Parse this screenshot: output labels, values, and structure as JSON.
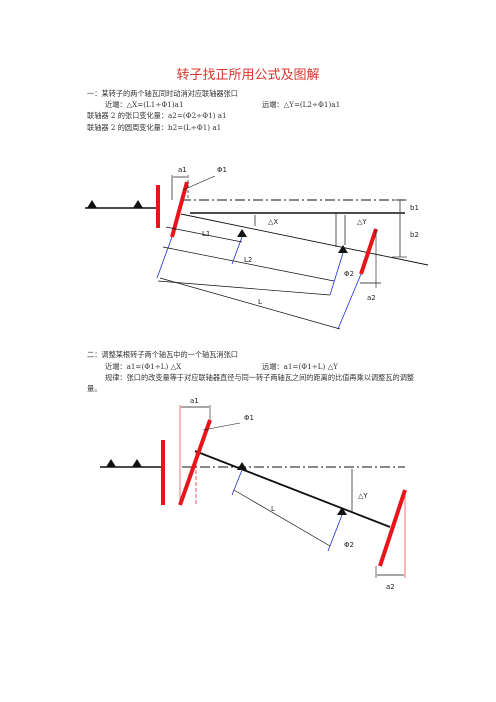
{
  "title": "转子找正所用公式及图解",
  "section1": {
    "heading": "一：某转子的两个轴瓦同时动消对应联轴器张口",
    "near": "近端：△X=(L1÷Φ1)a1",
    "far": "远端：△Y=(L2÷Φ1)a1",
    "line2": "联轴器 2 的张口变化量：a2=(Φ2÷Φ1) a1",
    "line3": "联轴器 2 的圆周变化量：b2=(L÷Φ1) a1"
  },
  "section2": {
    "heading": "二：调整某根转子两个轴瓦中的一个轴瓦消张口",
    "near": "近端：a1=(Φ1÷L) △X",
    "far": "远端：a1=(Φ1÷L) △Y",
    "rule": "规律：张口的改变量等于对应联轴器直径与同一转子两轴瓦之间的距离的比值再乘以调整瓦的调整量。"
  },
  "diagram1": {
    "labels": {
      "a1": "a1",
      "phi1": "Φ1",
      "dx": "△X",
      "dy": "△Y",
      "b1": "b1",
      "b2": "b2",
      "L1": "L1",
      "L2": "L2",
      "L": "L",
      "phi2": "Φ2",
      "a2": "a2"
    }
  },
  "diagram2": {
    "labels": {
      "a1": "a1",
      "phi1": "Φ1",
      "dy": "△Y",
      "L": "L",
      "phi2": "Φ2",
      "a2": "a2"
    }
  },
  "colors": {
    "title": "#d9342b",
    "coupling": "#e8141a",
    "dimension": "#1a2fd6",
    "ink": "#111111"
  }
}
